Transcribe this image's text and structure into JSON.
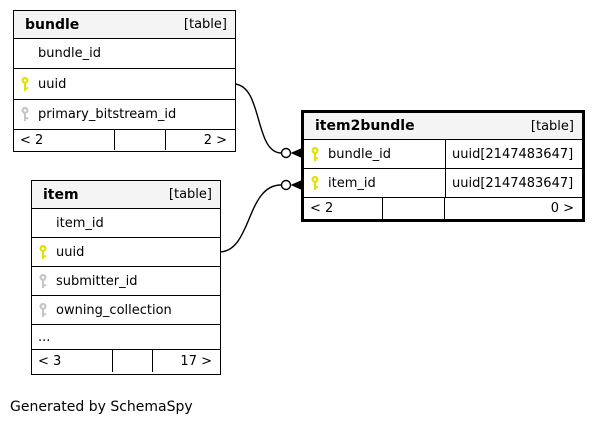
{
  "footer_note": "Generated by SchemaSpy",
  "colors": {
    "primary_key": "#e2e200",
    "nullable_key": "#c6c6c6",
    "header_bg": "#f4f4f4",
    "border": "#000000"
  },
  "tables": {
    "bundle": {
      "title": "bundle",
      "tag": "[table]",
      "columns": [
        {
          "label": "bundle_id",
          "icon": "none"
        },
        {
          "label": "uuid",
          "icon": "primary-key"
        },
        {
          "label": "primary_bitstream_id",
          "icon": "nullable-key"
        }
      ],
      "stats": {
        "parents": "< 2",
        "children": "2 >"
      }
    },
    "item": {
      "title": "item",
      "tag": "[table]",
      "columns": [
        {
          "label": "item_id",
          "icon": "none"
        },
        {
          "label": "uuid",
          "icon": "primary-key"
        },
        {
          "label": "submitter_id",
          "icon": "nullable-key"
        },
        {
          "label": "owning_collection",
          "icon": "nullable-key"
        }
      ],
      "ellipsis": "...",
      "stats": {
        "parents": "< 3",
        "children": "17 >"
      }
    },
    "item2bundle": {
      "title": "item2bundle",
      "tag": "[table]",
      "columns": [
        {
          "label": "bundle_id",
          "icon": "primary-key",
          "type": "uuid[2147483647]"
        },
        {
          "label": "item_id",
          "icon": "primary-key",
          "type": "uuid[2147483647]"
        }
      ],
      "stats": {
        "parents": "< 2",
        "children": "0 >"
      }
    }
  },
  "relationships": [
    {
      "from": "bundle.uuid",
      "to": "item2bundle.bundle_id"
    },
    {
      "from": "item.uuid",
      "to": "item2bundle.item_id"
    }
  ]
}
